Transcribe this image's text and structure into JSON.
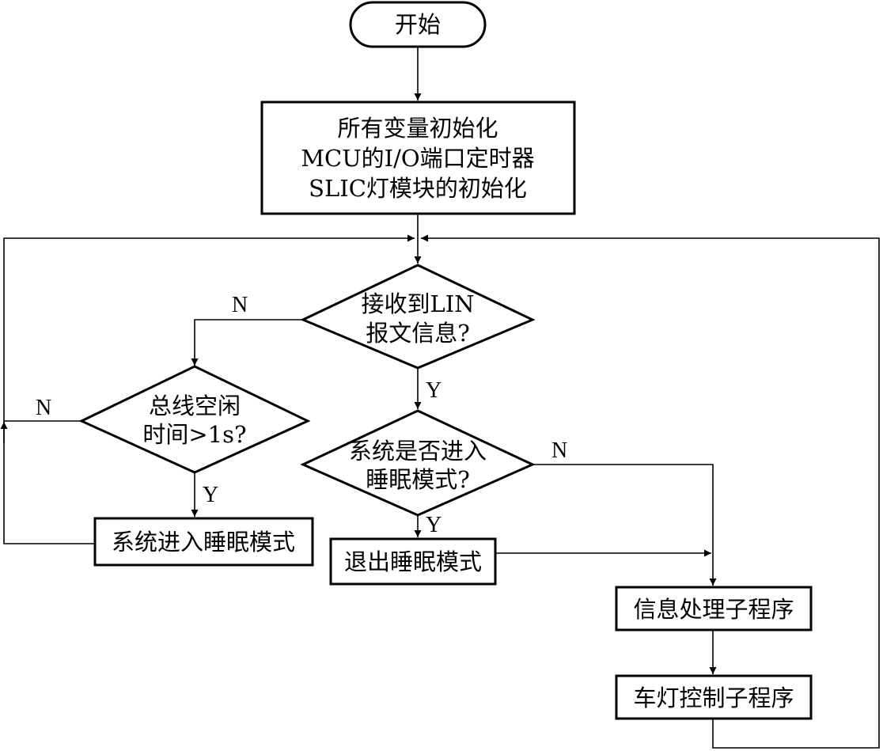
{
  "start": {
    "label": "开始"
  },
  "init": {
    "lines": [
      "所有变量初始化",
      "MCU的I/O端口定时器",
      "SLIC灯模块的初始化"
    ]
  },
  "decision_lin": {
    "lines": [
      "接收到LIN",
      "报文信息?"
    ]
  },
  "decision_idle": {
    "lines": [
      "总线空闲",
      "时间>1s?"
    ]
  },
  "decision_sleep": {
    "lines": [
      "系统是否进入",
      "睡眠模式?"
    ]
  },
  "enter_sleep": {
    "label": "系统进入睡眠模式"
  },
  "exit_sleep": {
    "label": "退出睡眠模式"
  },
  "info_proc": {
    "label": "信息处理子程序"
  },
  "lamp_ctrl": {
    "label": "车灯控制子程序"
  },
  "branch_labels": {
    "yes": "Y",
    "no": "N"
  }
}
